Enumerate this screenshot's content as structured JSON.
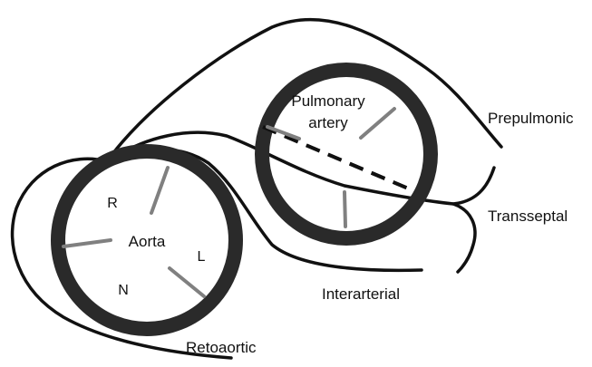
{
  "labels": {
    "pulmonary_line1": "Pulmonary",
    "pulmonary_line2": "artery",
    "aorta": "Aorta",
    "cusp_right": "R",
    "cusp_left": "L",
    "cusp_noncoronary": "N",
    "prepulmonic": "Prepulmonic",
    "transseptal": "Transseptal",
    "interarterial": "Interarterial",
    "retroaortic": "Retoaortic"
  },
  "colors": {
    "vessel_ring": "#2a2a2a",
    "commissure": "#808080",
    "course_line": "#111111",
    "background": "#ffffff"
  }
}
